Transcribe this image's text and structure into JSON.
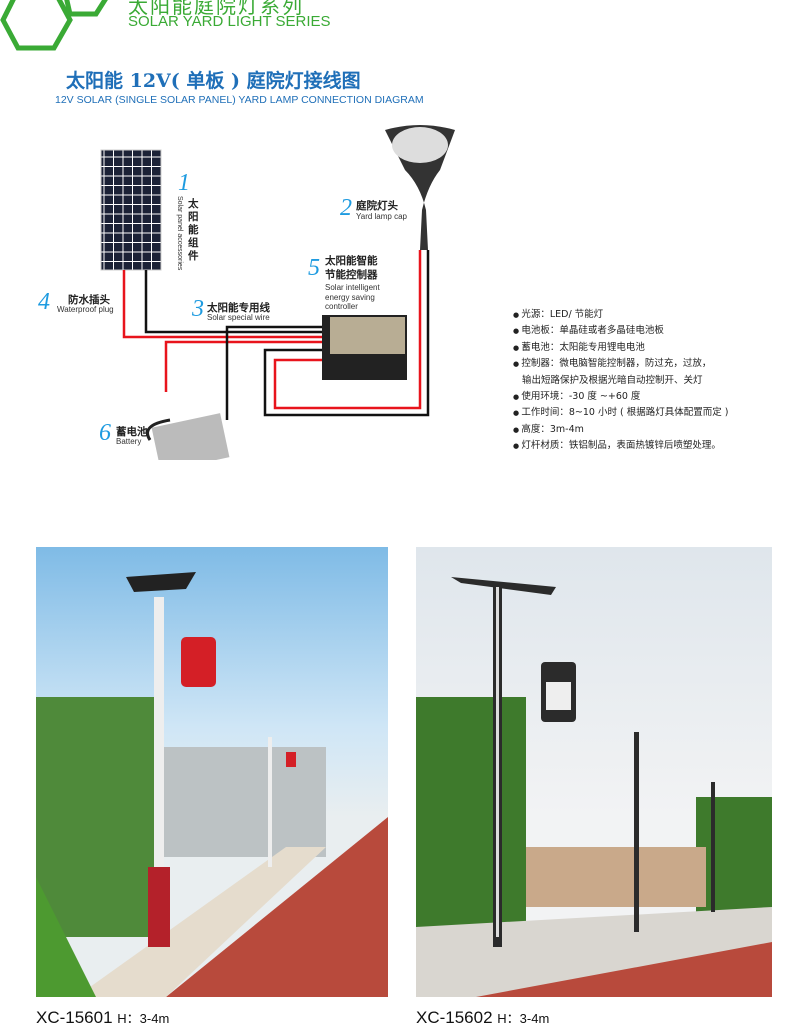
{
  "header": {
    "series_cn": "太阳能庭院灯系列",
    "series_en": "SOLAR YARD LIGHT SERIES"
  },
  "diagram": {
    "title_cn": "太阳能 12V( 单板 ) 庭院灯接线图",
    "title_en": "12V SOLAR (SINGLE SOLAR PANEL) YARD LAMP CONNECTION DIAGRAM",
    "parts": [
      {
        "num": "1",
        "cn": "太阳能组件",
        "en": "Solar panel accessories"
      },
      {
        "num": "2",
        "cn": "庭院灯头",
        "en": "Yard lamp cap"
      },
      {
        "num": "3",
        "cn": "太阳能专用线",
        "en": "Solar special wire"
      },
      {
        "num": "4",
        "cn": "防水插头",
        "en": "Waterproof plug"
      },
      {
        "num": "5",
        "cn": "太阳能智能节能控制器",
        "cn_line1": "太阳能智能",
        "cn_line2": "节能控制器",
        "en": "Solar intelligent energy saving controller",
        "en_line1": "Solar intelligent",
        "en_line2": "energy saving",
        "en_line3": "controller"
      },
      {
        "num": "6",
        "cn": "蓄电池",
        "en": "Battery"
      }
    ]
  },
  "specs": [
    "光源：LED/ 节能灯",
    "电池板：单晶硅或者多晶硅电池板",
    "蓄电池：太阳能专用锂电电池",
    "控制器：微电脑智能控制器，防过充，过放，",
    "输出短路保护及根据光暗自动控制开、关灯",
    "使用环境：-30 度 ~+60 度",
    "工作时间：8~10 小时 ( 根据路灯具体配置而定 )",
    "高度：3m-4m",
    "灯杆材质：铁铝制品，表面热镀锌后喷塑处理。"
  ],
  "products": [
    {
      "model": "XC-15601",
      "height": "H：3-4m"
    },
    {
      "model": "XC-15602",
      "height": "H：3-4m"
    }
  ],
  "colors": {
    "green": "#3aaa35",
    "blue": "#1f6fb8",
    "wire_red": "#e8141c"
  }
}
